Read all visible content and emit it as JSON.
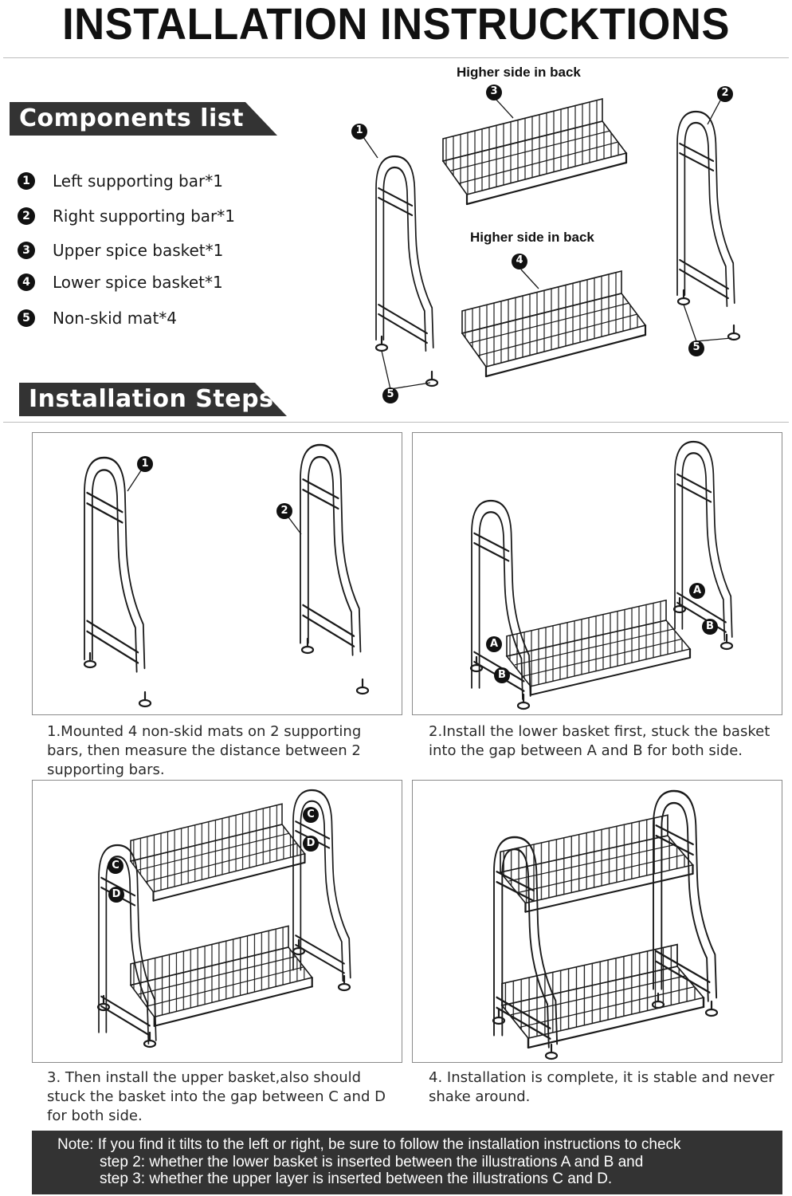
{
  "title": "INSTALLATION INSTRUCKTIONS",
  "components": {
    "heading": "Components list",
    "items": [
      {
        "num": "1",
        "label": "Left supporting bar*1"
      },
      {
        "num": "2",
        "label": "Right supporting bar*1"
      },
      {
        "num": "3",
        "label": "Upper spice basket*1"
      },
      {
        "num": "4",
        "label": "Lower spice basket*1"
      },
      {
        "num": "5",
        "label": "Non-skid mat*4"
      }
    ],
    "hint_upper": "Higher side in back",
    "hint_lower": "Higher side in back"
  },
  "steps": {
    "heading": "Installation Steps",
    "items": [
      {
        "text": "1.Mounted 4 non-skid mats on 2 supporting bars, then measure the distance between 2 supporting bars."
      },
      {
        "text": "2.Install the lower basket first, stuck the basket into the gap between A and B for both side."
      },
      {
        "text": "3. Then install the upper basket,also should stuck the basket into the gap between C and D for both side."
      },
      {
        "text": "4. Installation is complete, it is stable and never shake around."
      }
    ]
  },
  "labels": {
    "n1": "1",
    "n2": "2",
    "n3": "3",
    "n4": "4",
    "n5": "5",
    "a": "A",
    "b": "B",
    "c": "C",
    "d": "D"
  },
  "note": {
    "line1": "Note: If you find it tilts to the left or right, be sure to follow the installation instructions to check",
    "line2": "step 2: whether the lower basket is inserted between the illustrations A and B and",
    "line3": "step 3: whether the upper layer is inserted between the illustrations C and D."
  },
  "colors": {
    "banner": "#333333",
    "note_bg": "#333333",
    "ink": "#1a1a1a"
  }
}
